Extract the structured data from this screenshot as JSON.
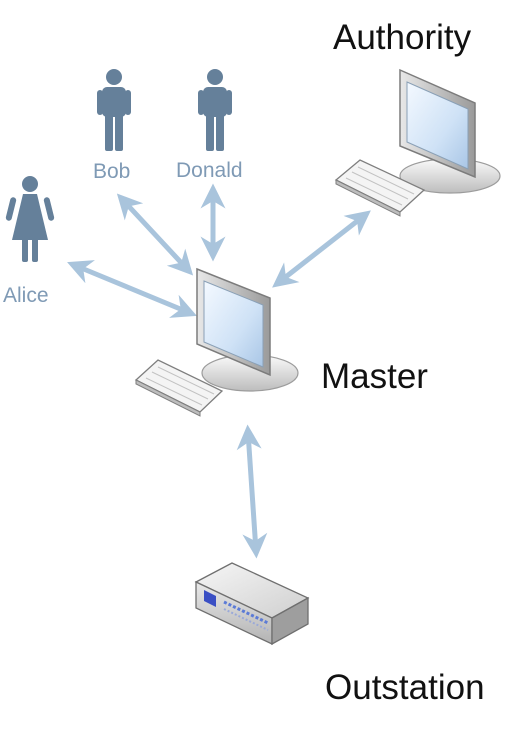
{
  "labels": {
    "authority": "Authority",
    "master": "Master",
    "outstation": "Outstation",
    "bob": "Bob",
    "donald": "Donald",
    "alice": "Alice"
  },
  "colors": {
    "arrow": "#a9c4dc",
    "person": "#65809a",
    "person_label": "#7f9ab5",
    "text": "#111111"
  },
  "icons": {
    "authority": "desktop-computer-icon",
    "master": "desktop-computer-icon",
    "outstation": "network-device-icon",
    "bob": "male-user-icon",
    "donald": "male-user-icon",
    "alice": "female-user-icon"
  }
}
